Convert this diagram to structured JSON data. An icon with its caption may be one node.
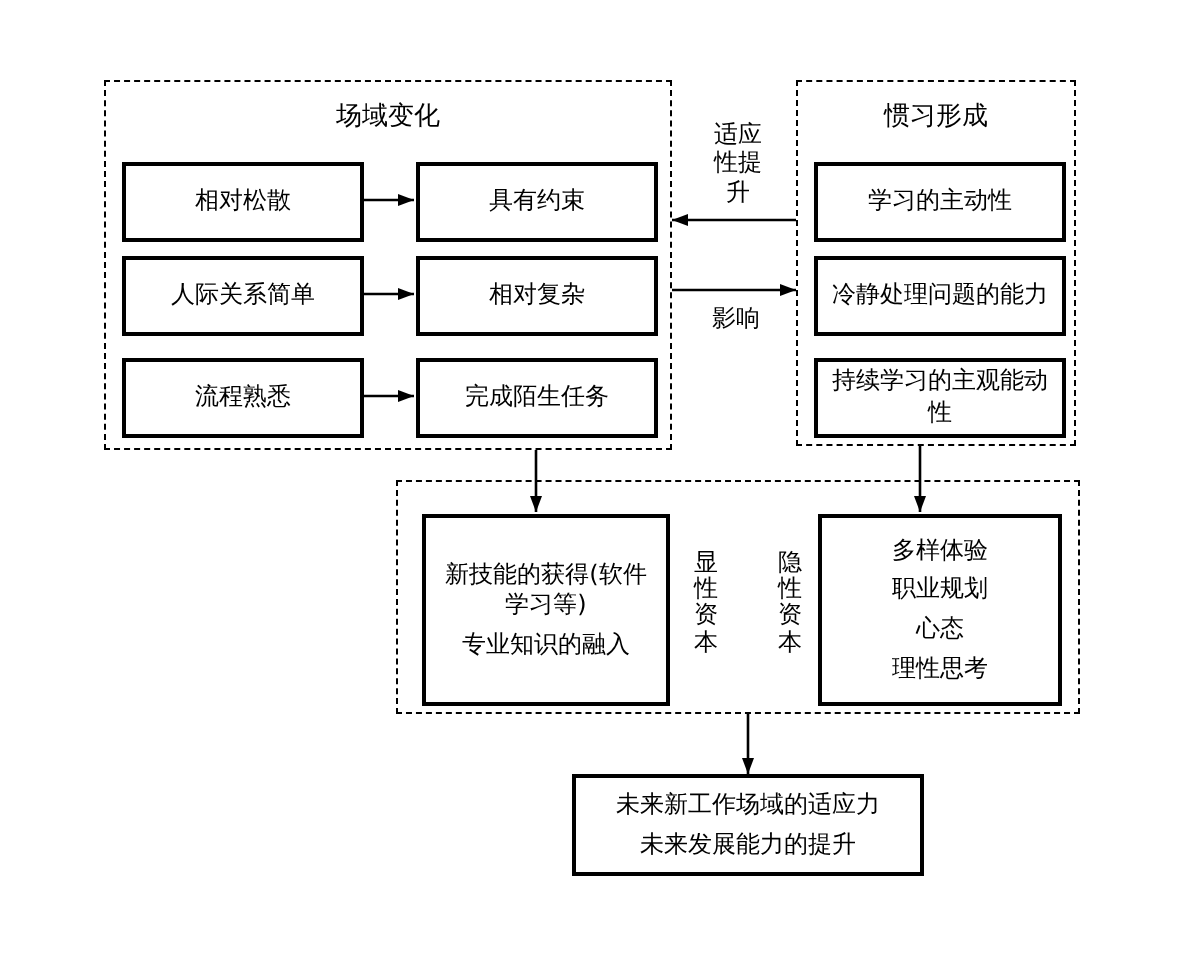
{
  "diagram": {
    "nodes": [
      {
        "text": [
          "场域变化"
        ]
      },
      {
        "text": [
          "相对松散"
        ],
        "in": 0
      },
      {
        "text": [
          "具有约束"
        ],
        "in": 0
      },
      {
        "text": [
          "人际关系简单"
        ],
        "in": 0
      },
      {
        "text": [
          "相对复杂"
        ],
        "in": 0
      },
      {
        "text": [
          "流程熟悉"
        ],
        "in": 0
      },
      {
        "text": [
          "完成陌生任务"
        ],
        "in": 0
      },
      {
        "text": [
          "惯习形成"
        ]
      },
      {
        "text": [
          "学习的主动性"
        ],
        "in": 7
      },
      {
        "text": [
          "冷静处理问题的能力"
        ],
        "in": 7
      },
      {
        "text": [
          "持续学习的主观能动性"
        ],
        "in": 7
      },
      {
        "text": [],
        "shape": "box"
      },
      {
        "text": [
          "新技能的获得(软件学习等)",
          "专业知识的融入"
        ],
        "in": 11,
        "beside": [
          "显性资本"
        ]
      },
      {
        "text": [
          "多样体验",
          "职业规划",
          "心态",
          "理性思考"
        ],
        "in": 11,
        "beside": [
          "隐性资本"
        ]
      },
      {
        "text": [
          "未来新工作场域的适应力",
          "未来发展能力的提升"
        ]
      }
    ],
    "edges": [
      {
        "from": 1,
        "to": 2,
        "arrow": "to"
      },
      {
        "from": 3,
        "to": 4,
        "arrow": "to"
      },
      {
        "from": 5,
        "to": 6,
        "arrow": "to"
      },
      {
        "from": 7,
        "to": 0,
        "arrow": "to",
        "label": "适应性提升"
      },
      {
        "from": 0,
        "to": 7,
        "arrow": "to",
        "label": "影响"
      },
      {
        "from": 0,
        "to": 12,
        "arrow": "to"
      },
      {
        "from": 7,
        "to": 13,
        "arrow": "to"
      },
      {
        "from": 11,
        "to": 14,
        "arrow": "to"
      }
    ]
  }
}
